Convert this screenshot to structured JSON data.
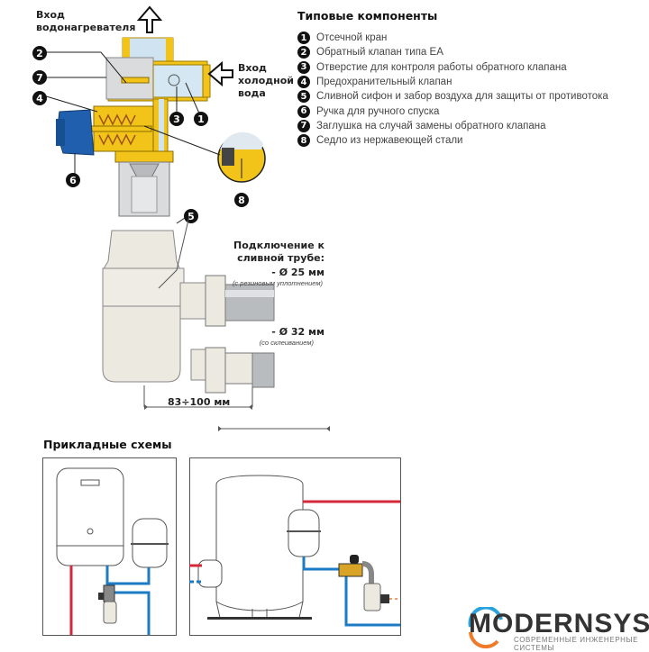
{
  "diagram": {
    "labels": {
      "heater_inlet": [
        "Вход",
        "водонагревателя"
      ],
      "cold_inlet": [
        "Вход",
        "холодной",
        "вода"
      ]
    },
    "legend": {
      "title": "Типовые компоненты",
      "items": [
        {
          "n": "1",
          "label": "Отсечной кран"
        },
        {
          "n": "2",
          "label": "Обратный клапан типа EA"
        },
        {
          "n": "3",
          "label": "Отверстие для контроля работы обратного клапана"
        },
        {
          "n": "4",
          "label": "Предохранительный клапан"
        },
        {
          "n": "5",
          "label": "Сливной сифон и забор воздуха для защиты от противотока"
        },
        {
          "n": "6",
          "label": "Ручка для ручного спуска"
        },
        {
          "n": "7",
          "label": "Заглушка на случай замены обратного клапана"
        },
        {
          "n": "8",
          "label": "Седло из нержавеющей стали"
        }
      ]
    },
    "callouts": [
      "1",
      "2",
      "3",
      "4",
      "5",
      "6",
      "7",
      "8"
    ],
    "connection": {
      "title_line1": "Подключение к",
      "title_line2": "сливной трубе:",
      "option1": "- Ø 25 мм",
      "option1_note": "(с резиновым уплотнением)",
      "option2": "- Ø 32 мм",
      "option2_note": "(со склеиванием)",
      "dimension": "83÷100 мм"
    },
    "schemes_title": "Прикладные схемы",
    "colors": {
      "brass": "#f2c318",
      "blue_handle": "#1f5fae",
      "hot_pipe": "#d4283a",
      "cold_pipe": "#1b7bc4",
      "body_gray": "#d9dbdc",
      "siphon": "#ece9e1"
    }
  },
  "logo": {
    "name": "MODERNSYS",
    "tagline": "СОВРЕМЕННЫЕ ИНЖЕНЕРНЫЕ СИСТЕМЫ",
    "arc_top_color": "#2aa3dc",
    "arc_bottom_color": "#f07a2a"
  }
}
